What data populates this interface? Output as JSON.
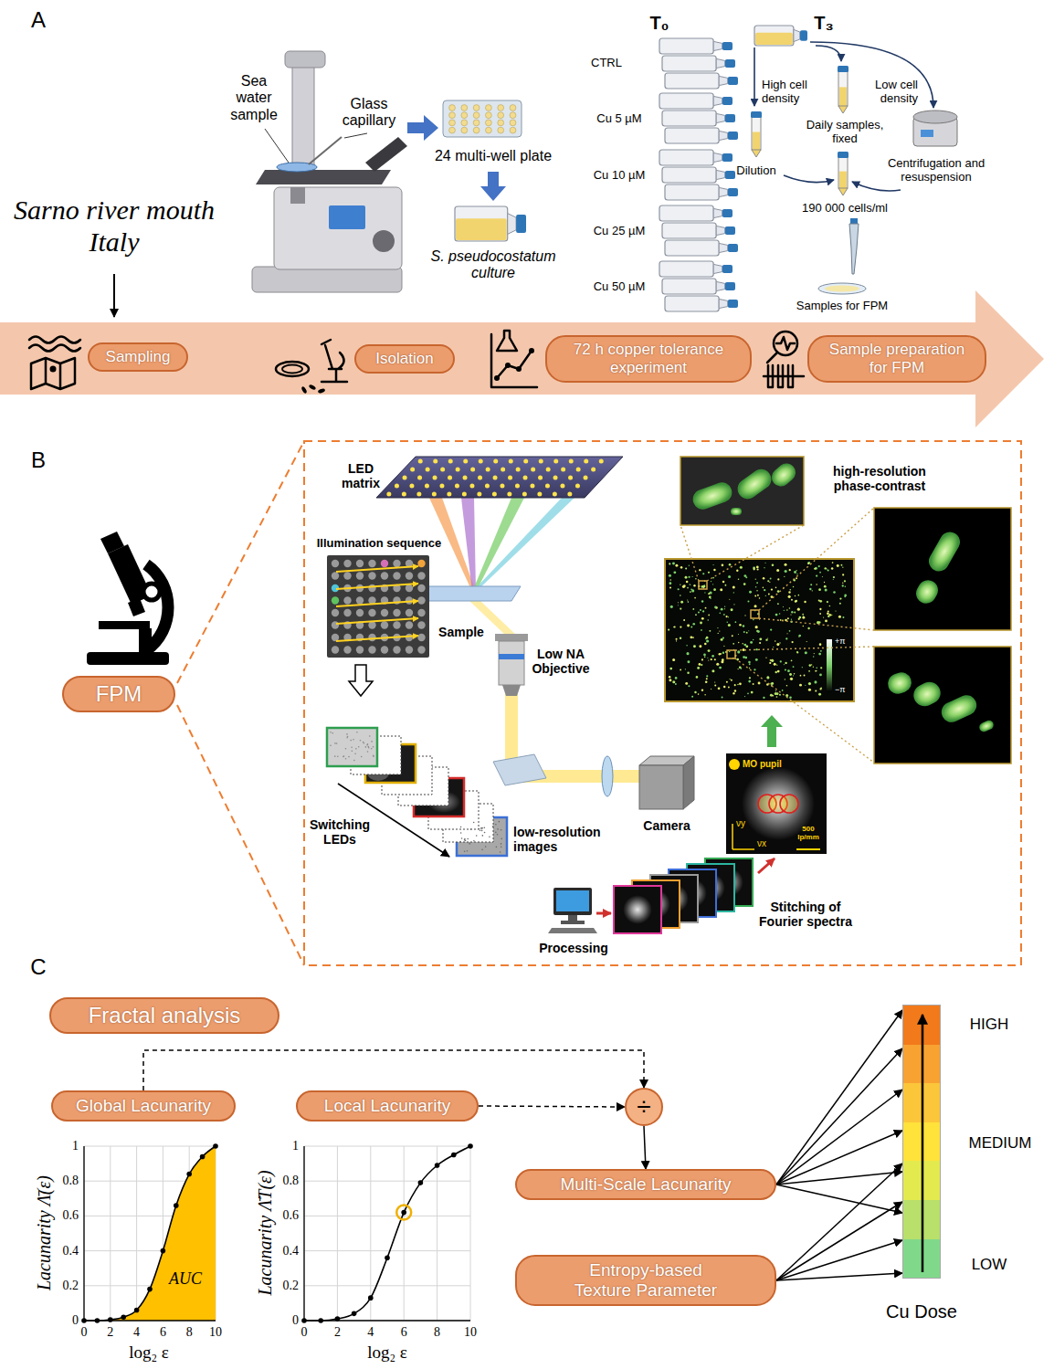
{
  "diagram": {
    "nodes": [
      {
        "text": [
          "Sampling"
        ]
      },
      {
        "text": [
          "Isolation"
        ]
      },
      {
        "text": [
          "72 h copper tolerance experiment"
        ]
      },
      {
        "text": [
          "Sample preparation for FPM"
        ]
      },
      {
        "text": [
          "FPM"
        ]
      },
      {
        "text": [
          "Fractal analysis"
        ]
      },
      {
        "text": [
          "Global Lacunarity"
        ]
      },
      {
        "text": [
          "Local Lacunarity"
        ]
      },
      {
        "text": [
          "÷"
        ]
      },
      {
        "text": [
          "Multi-Scale Lacunarity"
        ]
      },
      {
        "text": [
          "Entropy-based Texture Parameter"
        ]
      },
      {
        "text": [
          "Cu Dose"
        ]
      }
    ],
    "edges": [
      {
        "from": 6,
        "to": 8,
        "arrow": "to"
      },
      {
        "from": 7,
        "to": 8,
        "arrow": "to"
      },
      {
        "from": 8,
        "to": 9,
        "arrow": "to"
      },
      {
        "from": 9,
        "to": 11,
        "arrow": "to"
      },
      {
        "from": 9,
        "to": 11,
        "arrow": "to"
      },
      {
        "from": 9,
        "to": 11,
        "arrow": "to"
      },
      {
        "from": 9,
        "to": 11,
        "arrow": "to"
      },
      {
        "from": 9,
        "to": 11,
        "arrow": "to"
      },
      {
        "from": 9,
        "to": 11,
        "arrow": "to"
      },
      {
        "from": 10,
        "to": 11,
        "arrow": "to"
      },
      {
        "from": 10,
        "to": 11,
        "arrow": "to"
      },
      {
        "from": 10,
        "to": 11,
        "arrow": "to"
      },
      {
        "from": 10,
        "to": 11,
        "arrow": "to"
      }
    ],
    "labels": [
      "A",
      "Sarno river mouth Italy",
      "Sea water sample",
      "Glass capillary",
      "24 multi-well plate",
      "S. pseudocostatum culture",
      "T₀",
      "T₃",
      "CTRL",
      "Cu 5 µM",
      "Cu 10 µM",
      "Cu 25 µM",
      "Cu 50 µM",
      "High cell density",
      "Daily samples, fixed",
      "Low cell density",
      "Dilution",
      "Centrifugation and resuspension",
      "190 000 cells/ml",
      "Samples for FPM",
      "B",
      "LED matrix",
      "Illumination sequence",
      "Sample",
      "Low NA Objective",
      "Switching LEDs",
      "low-resolution images",
      "Camera",
      "Processing",
      "Stitching of Fourier spectra",
      "high-resolution phase-contrast",
      "MO pupil",
      "500 lp/mm",
      "νx",
      "νy",
      "+π",
      "−π",
      "C",
      "HIGH",
      "MEDIUM",
      "LOW",
      "Lacunarity Λ̄(ε)",
      "AUC",
      "log₂ ε",
      "Lacunarity Λ̄T(ε)",
      "log₂ ε",
      "0",
      "0.2",
      "0.4",
      "0.6",
      "0.8",
      "1",
      "0",
      "2",
      "4",
      "6",
      "8",
      "10",
      "0",
      "0.2",
      "0.4",
      "0.6",
      "0.8",
      "1",
      "0",
      "2",
      "4",
      "6",
      "8",
      "10"
    ]
  }
}
